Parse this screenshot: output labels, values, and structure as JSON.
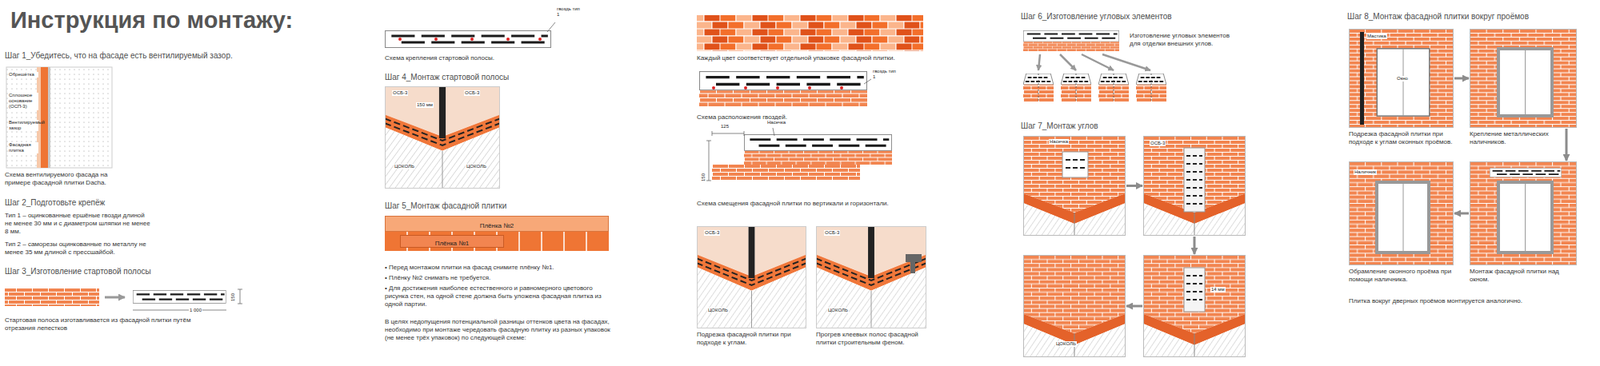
{
  "diagram": {
    "title": "Инструкция по монтажу:",
    "nodes": [
      {
        "text": [
          "Плёнка №2"
        ]
      },
      {
        "text": [
          "Плёнка №1"
        ]
      },
      {
        "text": [
          "Насечка"
        ]
      },
      {
        "text": [
          "ОСБ-3"
        ]
      },
      {
        "text": [
          "ЦОКОЛЬ"
        ]
      },
      {
        "text": [
          "14 мм"
        ]
      },
      {
        "text": [
          "Подрезка фасадной плитки при подходе к углам оконных проёмов."
        ]
      },
      {
        "text": [
          "Крепление металлических наличников."
        ]
      },
      {
        "text": [
          "Обрамление оконного проёма при помощи наличника."
        ]
      },
      {
        "text": [
          "Монтаж фасадной плитки над окном."
        ]
      }
    ],
    "edges": [
      {
        "from": 2,
        "to": 3,
        "arrow": "to"
      },
      {
        "from": 3,
        "to": 5,
        "arrow": "to"
      },
      {
        "from": 5,
        "to": 4,
        "arrow": "to"
      },
      {
        "from": 6,
        "to": 7,
        "arrow": "to"
      },
      {
        "from": 7,
        "to": 9,
        "arrow": "to"
      },
      {
        "from": 9,
        "to": 8,
        "arrow": "to"
      }
    ],
    "labels": [
      "Шаг 1_Убедитесь, что на фасаде есть вентилируемый зазор.",
      "Обрешётка",
      "Сплошное основание (ОСП-3)",
      "Вентилируемый зазор",
      "Фасадная плитка",
      "Схема вентилируемого фасада на примере фасадной плитки Dacha.",
      "Шаг 2_Подготовьте крепёж",
      "Тип 1 – оцинкованные ершёные гвозди длиной не менее 30 мм и с диаметром шляпки не менее 8 мм.",
      "Тип 2 – саморезы оцинкованные по металлу не менее 35 мм длиной с прессшайбой.",
      "Шаг 3_Изготовление стартовой полосы",
      "150",
      "1 000",
      "Стартовая полоса изготавливается из фасадной плитки путём отрезания лепестков",
      "гвоздь тип 1",
      "Схема крепления стартовой полосы.",
      "Шаг 4_Монтаж стартовой полосы",
      "ОСБ-3",
      "150 мм",
      "ОСБ-3",
      "ЦОКОЛЬ",
      "ЦОКОЛЬ",
      "Шаг 5_Монтаж фасадной плитки",
      "• Перед монтажом плитки на фасад снимите плёнку №1.",
      "• Плёнку №2 снимать не требуется.",
      "• Для достижения наиболее естественного и равномерного цветового рисунка стен, на одной стене должна быть уложена фасадная плитка из одной партии.",
      "В целях недопущения потенциальной разницы оттенков цвета на фасадах, необходимо при монтаже чередовать фасадную плитку из разных упаковок (не менее трёх упаковок) по следующей схеме:",
      "Каждый цвет соответствует отдельной упаковке фасадной плитки.",
      "гвоздь тип 1",
      "Схема расположения гвоздей.",
      "Насечка",
      "125",
      "150",
      "Схема смещения фасадной плитки по вертикали и горизонтали.",
      "ОСБ-3",
      "ЦОКОЛЬ",
      "ОСБ-3",
      "ЦОКОЛЬ",
      "Подрезка фасадной плитки при подходе к углам.",
      "Прогрев клеевых полос фасадной плитки строительным феном.",
      "Шаг 6_Изготовление угловых элементов",
      "Изготовление угловых элементов для отделки внешних углов.",
      "Шаг 7_Монтаж углов",
      "Шаг 8_Монтаж фасадной плитки вокруг проёмов",
      "Мастика",
      "Окно",
      "Наличник",
      "Плитка вокруг дверных проёмов монтируется аналогично."
    ]
  }
}
